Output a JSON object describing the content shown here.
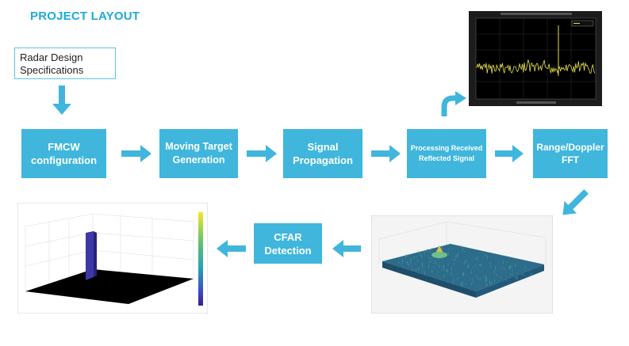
{
  "page": {
    "title": "PROJECT LAYOUT",
    "accent_color": "#40b6dc",
    "title_color": "#1fa9d6"
  },
  "spec_box": {
    "label": "Radar Design\nSpecifications"
  },
  "flow": [
    {
      "id": "fmcw",
      "label": "FMCW\nconfiguration"
    },
    {
      "id": "moving-target",
      "label": "Moving Target\nGeneration"
    },
    {
      "id": "signal-prop",
      "label": "Signal\nPropagation"
    },
    {
      "id": "processing",
      "label": "Processing Received\nReflected Signal"
    },
    {
      "id": "range-doppler",
      "label": "Range/Doppler\nFFT"
    },
    {
      "id": "cfar",
      "label": "CFAR\nDetection"
    }
  ],
  "figures": {
    "signal_plot": {
      "description_icon": "yellow-signal-line-plot"
    },
    "rdm_plot": {
      "description_icon": "3d-surface-peak-plot"
    },
    "cfar_plot": {
      "description_icon": "3d-cfar-output-plot"
    }
  }
}
